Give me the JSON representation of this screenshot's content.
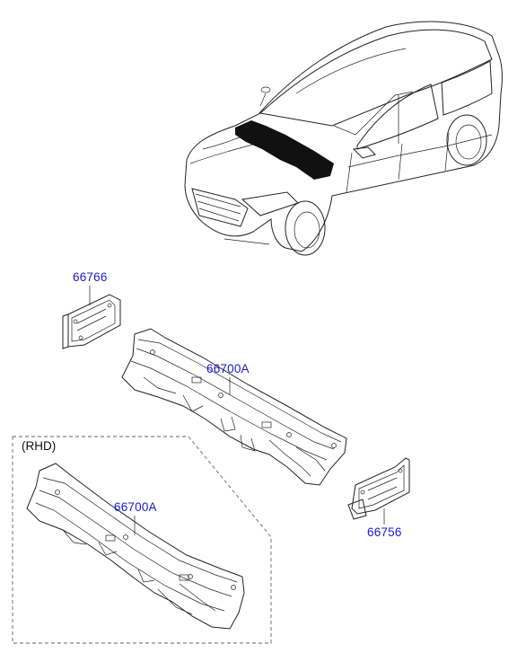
{
  "diagram": {
    "variant_label": "(RHD)",
    "parts": [
      {
        "id": "66766"
      },
      {
        "id": "66700A"
      },
      {
        "id": "66700A"
      },
      {
        "id": "66756"
      }
    ]
  },
  "colors": {
    "callout_text": "#1a1ad6",
    "line_art": "#222222",
    "highlight_area": "#111111"
  }
}
